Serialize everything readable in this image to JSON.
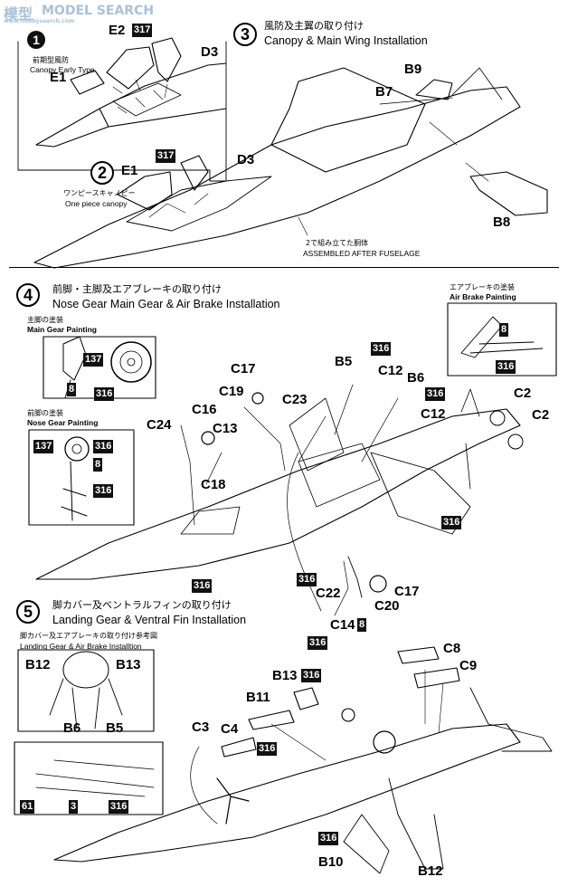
{
  "watermark": {
    "brand": "模型",
    "site": "MODEL SEARCH",
    "url": "www.hobbysearch.com"
  },
  "step_early": {
    "ja": "前期型風防",
    "en": "Canopy Early Type"
  },
  "step_onepiece": {
    "num": "2",
    "ja": "ワンピースキャノピー",
    "en": "One piece canopy"
  },
  "step3": {
    "num": "3",
    "ja": "風防及主翼の取り付け",
    "en": "Canopy & Main Wing Installation",
    "note_ja": "で組み立てた胴体",
    "note_num": "2",
    "note_en": "ASSEMBLED AFTER FUSELAGE"
  },
  "step4": {
    "num": "4",
    "ja": "前脚・主脚及エアブレーキの取り付け",
    "en": "Nose Gear   Main Gear & Air Brake Installation",
    "main_gear_ja": "主脚の塗装",
    "main_gear_en": "Main Gear Painting",
    "nose_gear_ja": "前脚の塗装",
    "nose_gear_en": "Nose Gear Painting",
    "air_brake_ja": "エアブレーキの塗装",
    "air_brake_en": "Air Brake Painting"
  },
  "step5": {
    "num": "5",
    "ja": "脚カバー及ベントラルフィンの取り付け",
    "en": "Landing Gear & Ventral Fin Installation",
    "ref_ja": "脚カバー及エアブレーキの取り付け参考図",
    "ref_en": "Landing Gear & Air Brake Installtion"
  },
  "parts": {
    "E2": "E2",
    "D3": "D3",
    "E1": "E1",
    "B9": "B9",
    "B7": "B7",
    "B8": "B8",
    "C17": "C17",
    "B5": "B5",
    "C12": "C12",
    "B6": "B6",
    "C19": "C19",
    "C23": "C23",
    "C16": "C16",
    "C24": "C24",
    "C13": "C13",
    "C18": "C18",
    "C2": "C2",
    "C22": "C22",
    "C20": "C20",
    "C14": "C14",
    "B12": "B12",
    "B13": "B13",
    "C8": "C8",
    "C9": "C9",
    "B11": "B11",
    "C3": "C3",
    "C4": "C4",
    "B10": "B10"
  },
  "paint": {
    "c317": "317",
    "c316": "316",
    "c137": "137",
    "c8": "8",
    "c61": "61",
    "c3": "3"
  }
}
